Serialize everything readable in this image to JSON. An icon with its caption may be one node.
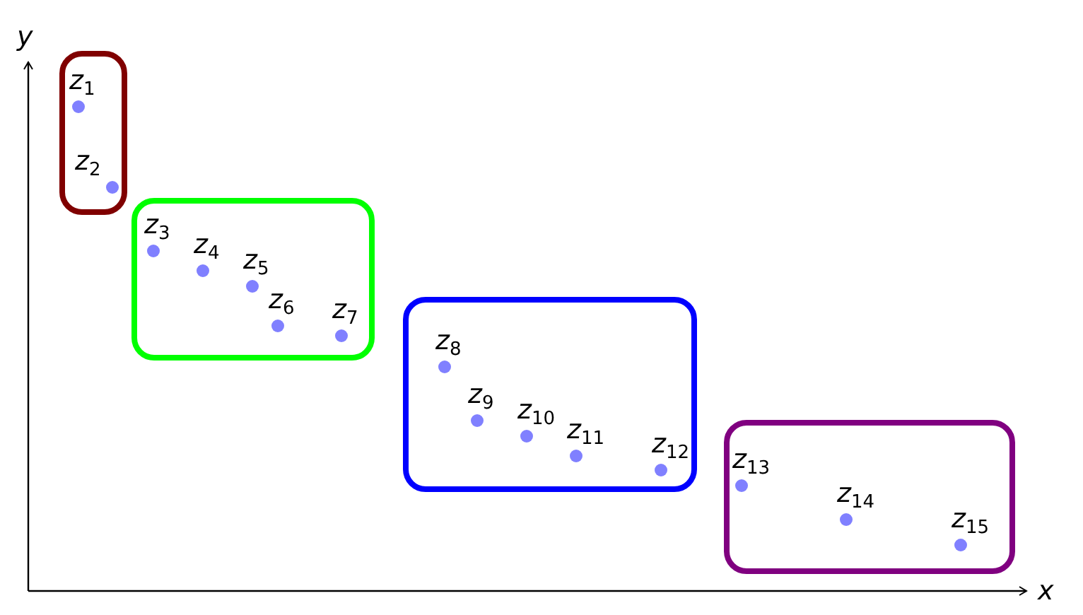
{
  "diagram": {
    "nodes": [
      {
        "text": [],
        "shape": "box"
      },
      {
        "text": [
          "z$_{1}$"
        ],
        "in": 0
      },
      {
        "text": [
          "z$_{2}$"
        ],
        "in": 0
      },
      {
        "text": [],
        "shape": "box"
      },
      {
        "text": [
          "z$_{3}$"
        ],
        "in": 3
      },
      {
        "text": [
          "z$_{4}$"
        ],
        "in": 3
      },
      {
        "text": [
          "z$_{5}$"
        ],
        "in": 3
      },
      {
        "text": [
          "z$_{6}$"
        ],
        "in": 3
      },
      {
        "text": [
          "z$_{7}$"
        ],
        "in": 3
      },
      {
        "text": [],
        "shape": "box"
      },
      {
        "text": [
          "z$_{8}$"
        ],
        "in": 9
      },
      {
        "text": [
          "z$_{9}$"
        ],
        "in": 9
      },
      {
        "text": [
          "z$_{10}$"
        ],
        "in": 9
      },
      {
        "text": [
          "z$_{11}$"
        ],
        "in": 9
      },
      {
        "text": [
          "z$_{12}$"
        ],
        "in": 9
      },
      {
        "text": [],
        "shape": "box"
      },
      {
        "text": [
          "z$_{13}$"
        ],
        "in": 15
      },
      {
        "text": [
          "z$_{14}$"
        ],
        "in": 15
      },
      {
        "text": [
          "z$_{15}$"
        ],
        "in": 15
      }
    ],
    "labels": [
      "y",
      "x"
    ]
  }
}
